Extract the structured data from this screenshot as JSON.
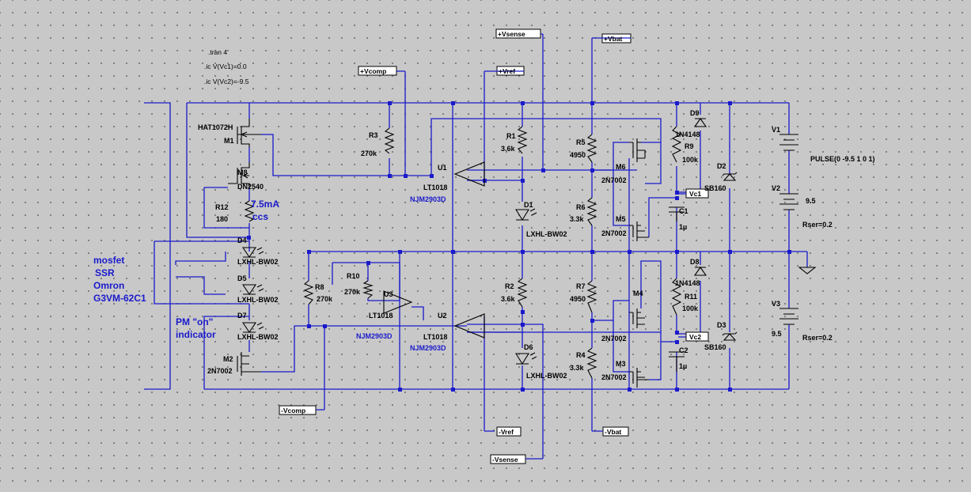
{
  "directives": {
    "tran": ".tran 4",
    "ic1": ".ic V(Vc1)=0.0",
    "ic2": ".ic V(Vc2)=-9.5"
  },
  "flags": {
    "vsense_p": "+Vsense",
    "vbat_p": "+Vbat",
    "vcomp_p": "+Vcomp",
    "vref_p": "+Vref",
    "vc1": "Vc1",
    "vc2": "Vc2",
    "vcomp_n": "-Vcomp",
    "vref_n": "-Vref",
    "vbat_n": "-Vbat",
    "vsense_n": "-Vsense"
  },
  "parts": {
    "m1": "M1",
    "m1v": "HAT1072H",
    "m8": "M8",
    "m8v": "DN2540",
    "r12": "R12",
    "r12v": "180",
    "d4": "D4",
    "d4v": "LXHL-BW02",
    "d5": "D5",
    "d5v": "LXHL-BW02",
    "d7": "D7",
    "d7v": "LXHL-BW02",
    "m2": "M2",
    "m2v": "2N7002",
    "r3": "R3",
    "r3v": "270k",
    "r8": "R8",
    "r8v": "270k",
    "r10": "R10",
    "r10v": "270k",
    "u1": "U1",
    "u1a": "LT1018",
    "u1b": "NJM2903D",
    "u2": "U2",
    "u2a": "LT1018",
    "u2b": "NJM2903D",
    "u3": "U3",
    "u3a": "LT1018",
    "u3b": "NJM2903D",
    "r1": "R1",
    "r1v": "3.6k",
    "r2": "R2",
    "r2v": "3.6k",
    "d1": "D1",
    "d1v": "LXHL-BW02",
    "d6": "D6",
    "d6v": "LXHL-BW02",
    "r5": "R5",
    "r5v": "4950",
    "r6": "R6",
    "r6v": "3.3k",
    "r7": "R7",
    "r7v": "4950",
    "r4": "R4",
    "r4v": "3.3k",
    "m6": "M6",
    "m6v": "2N7002",
    "m5": "M5",
    "m5v": "2N7002",
    "m4": "M4",
    "m4v": "2N7002",
    "m3": "M3",
    "m3v": "2N7002",
    "d9": "D9",
    "d9v": "1N4148",
    "d8": "D8",
    "d8v": "1N4148",
    "r9": "R9",
    "r9v": "100k",
    "r11": "R11",
    "r11v": "100k",
    "c1": "C1",
    "c1v": "1µ",
    "c2": "C2",
    "c2v": "1µ",
    "d2": "D2",
    "d2v": "SB160",
    "d3": "D3",
    "d3v": "SB160",
    "v1": "V1",
    "v1v": "PULSE(0 -9.5 1 0 1)",
    "v2": "V2",
    "v2v": "9.5",
    "v2r": "Rser=0.2",
    "v3": "V3",
    "v3v": "9.5",
    "v3r": "Rser=0.2"
  },
  "notes": {
    "ccs1": "7.5mA",
    "ccs2": "ccs",
    "ssr1": "mosfet",
    "ssr2": "SSR",
    "ssr3": "Omron",
    "ssr4": "G3VM-62C1",
    "pm1": "PM \"on\"",
    "pm2": "indicator"
  },
  "colors": {
    "wire": "#1a1acc",
    "component": "#000000",
    "background": "#c8c8c8"
  }
}
